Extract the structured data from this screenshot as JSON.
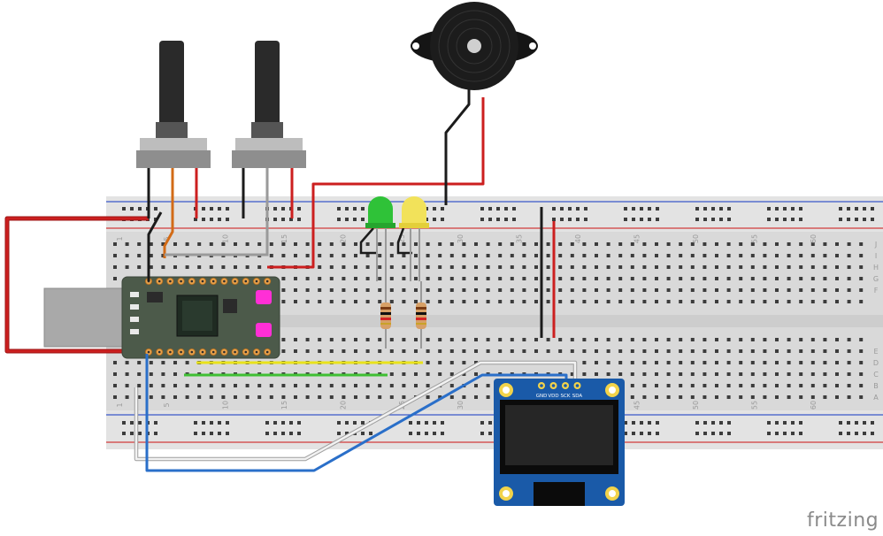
{
  "brand": "fritzing",
  "breadboard": {
    "column_numbers": [
      "1",
      "5",
      "10",
      "15",
      "20",
      "25",
      "30",
      "35",
      "40",
      "45",
      "50",
      "55",
      "60"
    ],
    "row_letters_top": [
      "J",
      "I",
      "H",
      "G",
      "F"
    ],
    "row_letters_bottom": [
      "E",
      "D",
      "C",
      "B",
      "A"
    ]
  },
  "oled_pins": [
    "GND",
    "VDD",
    "SCK",
    "SDA"
  ],
  "colors": {
    "wire_red": "#cc1f1f",
    "wire_black": "#1b1b1b",
    "wire_blue": "#2a6fc9",
    "wire_white": "#e6e6e6",
    "wire_yellow": "#e8e21c",
    "wire_green": "#3fbf33",
    "wire_orange": "#d26b17",
    "wire_gray": "#9a9a9a",
    "pcb_green": "#4c5a4a",
    "header_pink": "#e63c7a"
  }
}
